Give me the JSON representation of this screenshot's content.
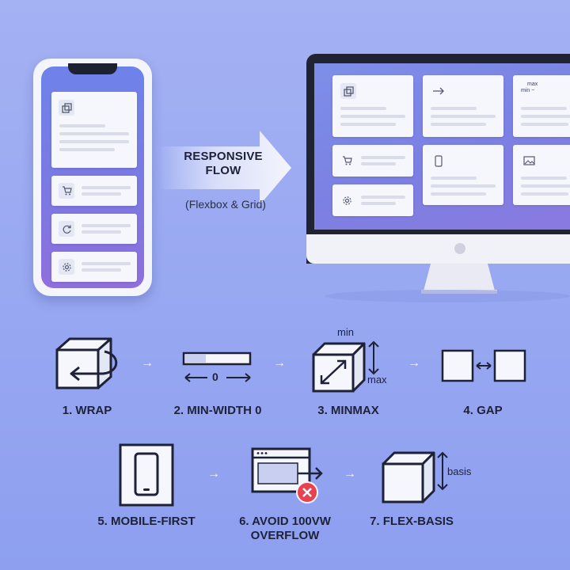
{
  "flow": {
    "title_line1": "RESPONSIVE",
    "title_line2": "FLOW",
    "subtitle": "(Flexbox & Grid)"
  },
  "monitor_card_labels": {
    "minmax_top": "max",
    "minmax_bottom": "min ~"
  },
  "steps": [
    {
      "label": "1. WRAP",
      "icon": "wrap-cube-icon"
    },
    {
      "label": "2. MIN-WIDTH 0",
      "icon": "min-width-bar-icon",
      "annotation": "0"
    },
    {
      "label": "3. MINMAX",
      "icon": "minmax-cube-icon",
      "annotation_top": "min",
      "annotation_side": "max"
    },
    {
      "label": "4. GAP",
      "icon": "gap-squares-icon"
    },
    {
      "label": "5. MOBILE-FIRST",
      "icon": "mobile-icon"
    },
    {
      "label_line1": "6. AVOID 100VW",
      "label_line2": "OVERFLOW",
      "icon": "overflow-window-icon"
    },
    {
      "label": "7. FLEX-BASIS",
      "icon": "flex-basis-cube-icon",
      "annotation": "basis"
    }
  ],
  "colors": {
    "background": "#97a7f1",
    "screen": "#7d80e2",
    "card": "#f6f7fc",
    "text": "#1e2238",
    "error": "#e8414f"
  }
}
